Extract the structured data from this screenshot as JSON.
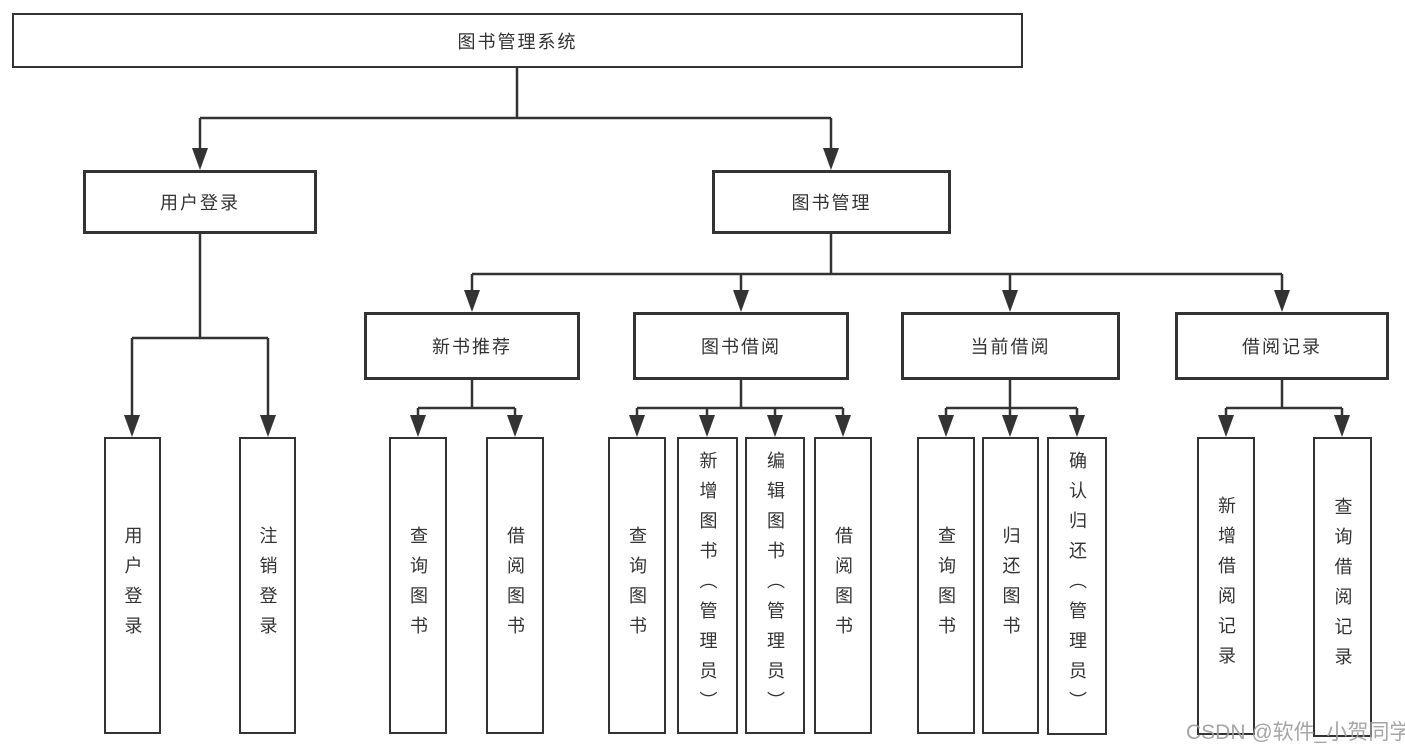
{
  "tree": {
    "root": {
      "label": "图书管理系统"
    },
    "children": [
      {
        "label": "用户登录",
        "children": [
          {
            "label": "用户登录"
          },
          {
            "label": "注销登录"
          }
        ]
      },
      {
        "label": "图书管理",
        "children": [
          {
            "label": "新书推荐",
            "children": [
              {
                "label": "查询图书"
              },
              {
                "label": "借阅图书"
              }
            ]
          },
          {
            "label": "图书借阅",
            "children": [
              {
                "label": "查询图书"
              },
              {
                "label": "新增图书（管理员）"
              },
              {
                "label": "编辑图书（管理员）"
              },
              {
                "label": "借阅图书"
              }
            ]
          },
          {
            "label": "当前借阅",
            "children": [
              {
                "label": "查询图书"
              },
              {
                "label": "归还图书"
              },
              {
                "label": "确认归还（管理员）"
              }
            ]
          },
          {
            "label": "借阅记录",
            "children": [
              {
                "label": "新增借阅记录"
              },
              {
                "label": "查询借阅记录"
              }
            ]
          }
        ]
      }
    ]
  },
  "watermark": {
    "text": "CSDN @软件_小贺同学",
    "color": "#9e9e9e"
  },
  "colors": {
    "line": "#333333",
    "box_border": "#333333",
    "text": "#333333",
    "background": "#ffffff",
    "watermark": "#9e9e9e"
  }
}
